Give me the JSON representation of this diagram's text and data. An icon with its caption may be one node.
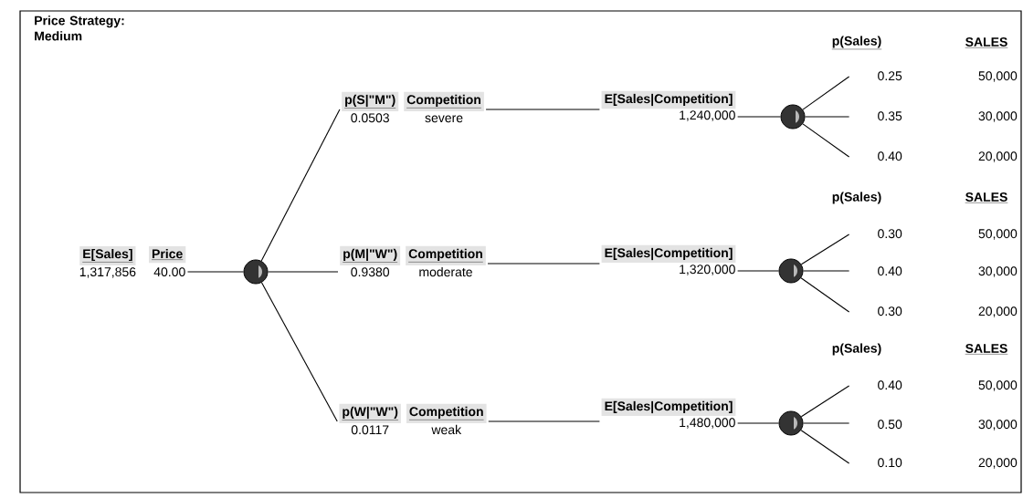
{
  "diagram": {
    "title": "Price Strategy: Medium",
    "nodes": [
      {
        "text": [
          "E[Sales]",
          "Price",
          "1,317,856",
          "40.00"
        ]
      },
      {
        "text": [],
        "shape": "circle"
      },
      {
        "text": [
          "p(S|\"M\")",
          "Competition",
          "0.0503",
          "severe"
        ]
      },
      {
        "text": [
          "p(M|\"W\")",
          "Competition",
          "0.9380",
          "moderate"
        ]
      },
      {
        "text": [
          "p(W|\"W\")",
          "Competition",
          "0.0117",
          "weak"
        ]
      },
      {
        "text": [
          "E[Sales|Competition]",
          "1,240,000"
        ]
      },
      {
        "text": [
          "E[Sales|Competition]",
          "1,320,000"
        ]
      },
      {
        "text": [
          "E[Sales|Competition]",
          "1,480,000"
        ]
      },
      {
        "text": [],
        "shape": "circle"
      },
      {
        "text": [],
        "shape": "circle"
      },
      {
        "text": [],
        "shape": "circle"
      },
      {
        "text": [
          "0.25",
          "50,000"
        ]
      },
      {
        "text": [
          "0.35",
          "30,000"
        ]
      },
      {
        "text": [
          "0.40",
          "20,000"
        ]
      },
      {
        "text": [
          "0.30",
          "50,000"
        ]
      },
      {
        "text": [
          "0.40",
          "30,000"
        ]
      },
      {
        "text": [
          "0.30",
          "20,000"
        ]
      },
      {
        "text": [
          "0.40",
          "50,000"
        ]
      },
      {
        "text": [
          "0.50",
          "30,000"
        ]
      },
      {
        "text": [
          "0.10",
          "20,000"
        ]
      }
    ],
    "edges": [
      {
        "from": 0,
        "to": 1,
        "arrow": "none"
      },
      {
        "from": 1,
        "to": 2,
        "arrow": "none"
      },
      {
        "from": 1,
        "to": 3,
        "arrow": "none"
      },
      {
        "from": 1,
        "to": 4,
        "arrow": "none"
      },
      {
        "from": 2,
        "to": 5,
        "arrow": "none"
      },
      {
        "from": 3,
        "to": 6,
        "arrow": "none"
      },
      {
        "from": 4,
        "to": 7,
        "arrow": "none"
      },
      {
        "from": 5,
        "to": 8,
        "arrow": "none"
      },
      {
        "from": 6,
        "to": 9,
        "arrow": "none"
      },
      {
        "from": 7,
        "to": 10,
        "arrow": "none"
      },
      {
        "from": 8,
        "to": 11,
        "arrow": "none"
      },
      {
        "from": 8,
        "to": 12,
        "arrow": "none"
      },
      {
        "from": 8,
        "to": 13,
        "arrow": "none"
      },
      {
        "from": 9,
        "to": 14,
        "arrow": "none"
      },
      {
        "from": 9,
        "to": 15,
        "arrow": "none"
      },
      {
        "from": 9,
        "to": 16,
        "arrow": "none"
      },
      {
        "from": 10,
        "to": 17,
        "arrow": "none"
      },
      {
        "from": 10,
        "to": 18,
        "arrow": "none"
      },
      {
        "from": 10,
        "to": 19,
        "arrow": "none"
      }
    ],
    "labels": [
      "p(Sales)",
      "SALES",
      "p(Sales)",
      "SALES",
      "p(Sales)",
      "SALES"
    ]
  }
}
